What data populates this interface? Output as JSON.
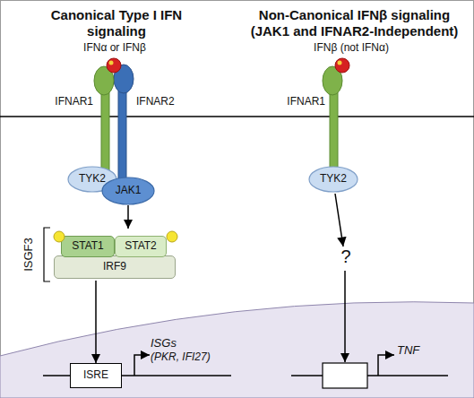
{
  "diagram": {
    "nodes": [
      {
        "text": [
          "TYK2"
        ]
      },
      {
        "text": [
          "JAK1"
        ]
      },
      {
        "text": [
          "ISGF3"
        ]
      },
      {
        "text": [
          "STAT1"
        ],
        "in": 2
      },
      {
        "text": [
          "STAT2"
        ],
        "in": 2
      },
      {
        "text": [
          "IRF9"
        ],
        "in": 2
      },
      {
        "text": [
          "ISRE"
        ]
      },
      {
        "text": [
          "TYK2"
        ]
      }
    ],
    "edges": [
      {
        "from": 1,
        "to": 2,
        "arrow": "to"
      },
      {
        "from": 2,
        "to": 6,
        "arrow": "to"
      }
    ],
    "labels": [
      "Canonical Type I IFN signaling",
      "Non-Canonical IFNβ signaling (JAK1 and IFNAR2-Independent)",
      "IFNα or IFNβ",
      "IFNβ (not IFNα)",
      "IFNAR1",
      "IFNAR2",
      "IFNAR1",
      "?",
      "ISGs",
      "(PKR, IFI27)",
      "TNF"
    ]
  }
}
